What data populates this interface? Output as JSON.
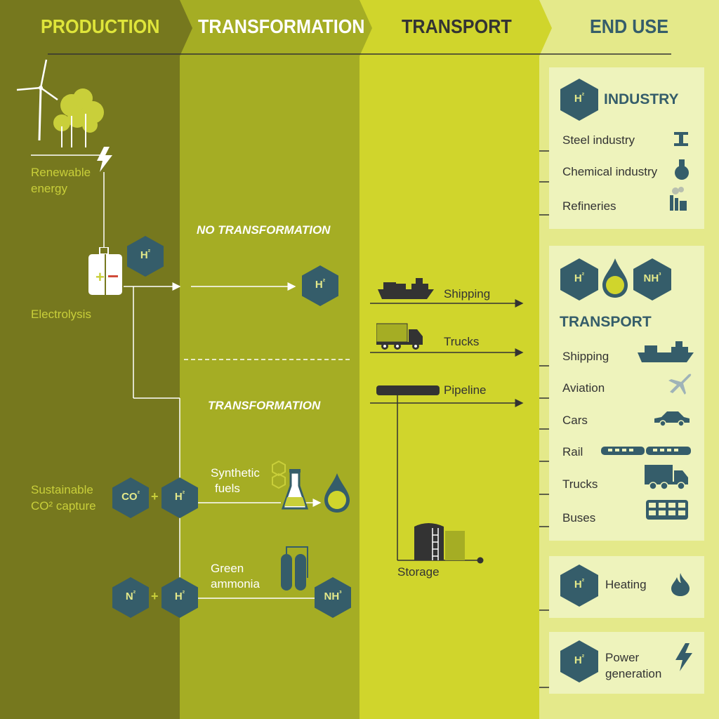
{
  "headers": {
    "production": "PRODUCTION",
    "transformation": "TRANSFORMATION",
    "transport": "TRANSPORT",
    "end_use": "END USE"
  },
  "production": {
    "renewable_line1": "Renewable",
    "renewable_line2": "energy",
    "electrolysis": "Electrolysis",
    "co2_capture_line1": "Sustainable",
    "co2_capture_line2": "CO² capture"
  },
  "transformation": {
    "no_transformation": "NO TRANSFORMATION",
    "transformation": "TRANSFORMATION",
    "synthetic_line1": "Synthetic",
    "synthetic_line2": "fuels",
    "ammonia_line1": "Green",
    "ammonia_line2": "ammonia",
    "plus": "+"
  },
  "transport": {
    "shipping": "Shipping",
    "trucks": "Trucks",
    "pipeline": "Pipeline",
    "storage": "Storage"
  },
  "end_use": {
    "industry": {
      "title": "INDUSTRY",
      "items": [
        "Steel industry",
        "Chemical industry",
        "Refineries"
      ]
    },
    "transport": {
      "title": "TRANSPORT",
      "items": [
        "Shipping",
        "Aviation",
        "Cars",
        "Rail",
        "Trucks",
        "Buses"
      ]
    },
    "heating": "Heating",
    "power_line1": "Power",
    "power_line2": "generation"
  },
  "hex_labels": {
    "h2": "H",
    "co2": "CO",
    "n2": "N",
    "nh3": "NH",
    "sup2": "²",
    "sup3": "³"
  },
  "colors": {
    "production": "#76781e",
    "transformation": "#a5ad24",
    "transport": "#d0d52c",
    "end_use": "#e4e98a",
    "hex": "#355d6a",
    "accent": "#c9cf3a"
  }
}
